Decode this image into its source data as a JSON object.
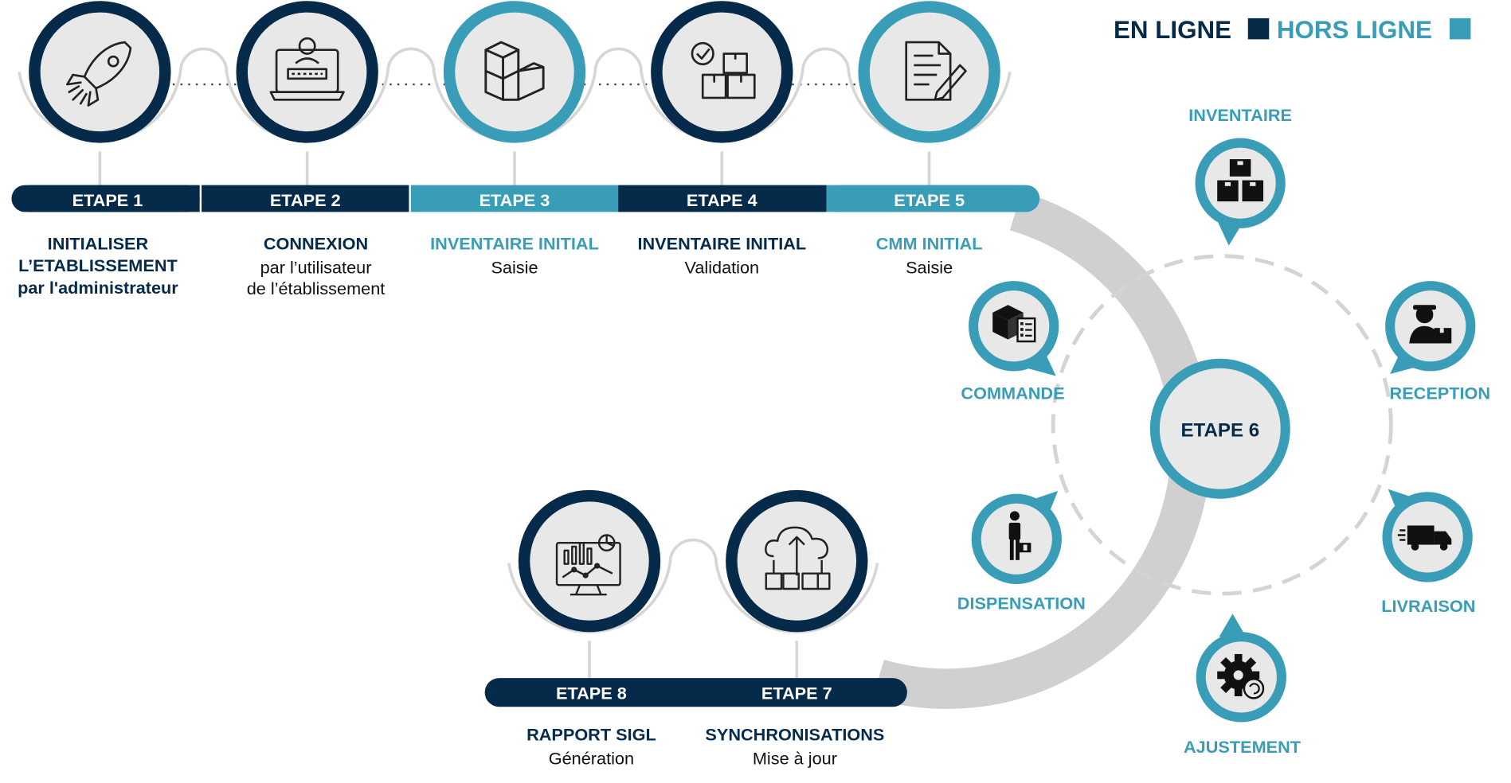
{
  "legend": {
    "online_label": "EN LIGNE",
    "offline_label": "HORS LIGNE",
    "online_color": "#062a4a",
    "offline_color": "#3a9db8"
  },
  "colors": {
    "dark": "#062a4a",
    "teal": "#3a9db8",
    "arc_gray": "#d0d0d0",
    "icon_fill": "#e8e8e8"
  },
  "steps": [
    {
      "label": "ETAPE 1",
      "title_lines": [
        "INITIALISER",
        "L’ETABLISSEMENT",
        "par l'administrateur"
      ],
      "mode": "online",
      "icon": "rocket-icon"
    },
    {
      "label": "ETAPE 2",
      "title_lines": [
        "CONNEXION"
      ],
      "sub_lines": [
        "par l’utilisateur",
        "de l’établissement"
      ],
      "mode": "online",
      "icon": "laptop-login-icon"
    },
    {
      "label": "ETAPE 3",
      "title_lines": [
        "INVENTAIRE INITIAL"
      ],
      "sub_lines": [
        "Saisie"
      ],
      "mode": "offline",
      "icon": "boxes-icon"
    },
    {
      "label": "ETAPE 4",
      "title_lines": [
        "INVENTAIRE INITIAL"
      ],
      "sub_lines": [
        "Validation"
      ],
      "mode": "online",
      "icon": "checked-boxes-icon"
    },
    {
      "label": "ETAPE 5",
      "title_lines": [
        "CMM INITIAL"
      ],
      "sub_lines": [
        "Saisie"
      ],
      "mode": "offline",
      "icon": "document-pen-icon"
    },
    {
      "label": "ETAPE 7",
      "title_lines": [
        "SYNCHRONISATIONS"
      ],
      "sub_lines": [
        "Mise à jour"
      ],
      "mode": "online",
      "icon": "cloud-upload-icon"
    },
    {
      "label": "ETAPE 8",
      "title_lines": [
        "RAPPORT SIGL"
      ],
      "sub_lines": [
        "Génération"
      ],
      "mode": "online",
      "icon": "report-chart-icon"
    }
  ],
  "cycle": {
    "center_label": "ETAPE 6",
    "items": [
      {
        "label": "INVENTAIRE",
        "icon": "inventory-boxes-icon"
      },
      {
        "label": "RECEPTION",
        "icon": "delivery-man-icon"
      },
      {
        "label": "LIVRAISON",
        "icon": "truck-icon"
      },
      {
        "label": "AJUSTEMENT",
        "icon": "gear-refresh-icon"
      },
      {
        "label": "DISPENSATION",
        "icon": "person-kit-icon"
      },
      {
        "label": "COMMANDE",
        "icon": "box-checklist-icon"
      }
    ]
  }
}
